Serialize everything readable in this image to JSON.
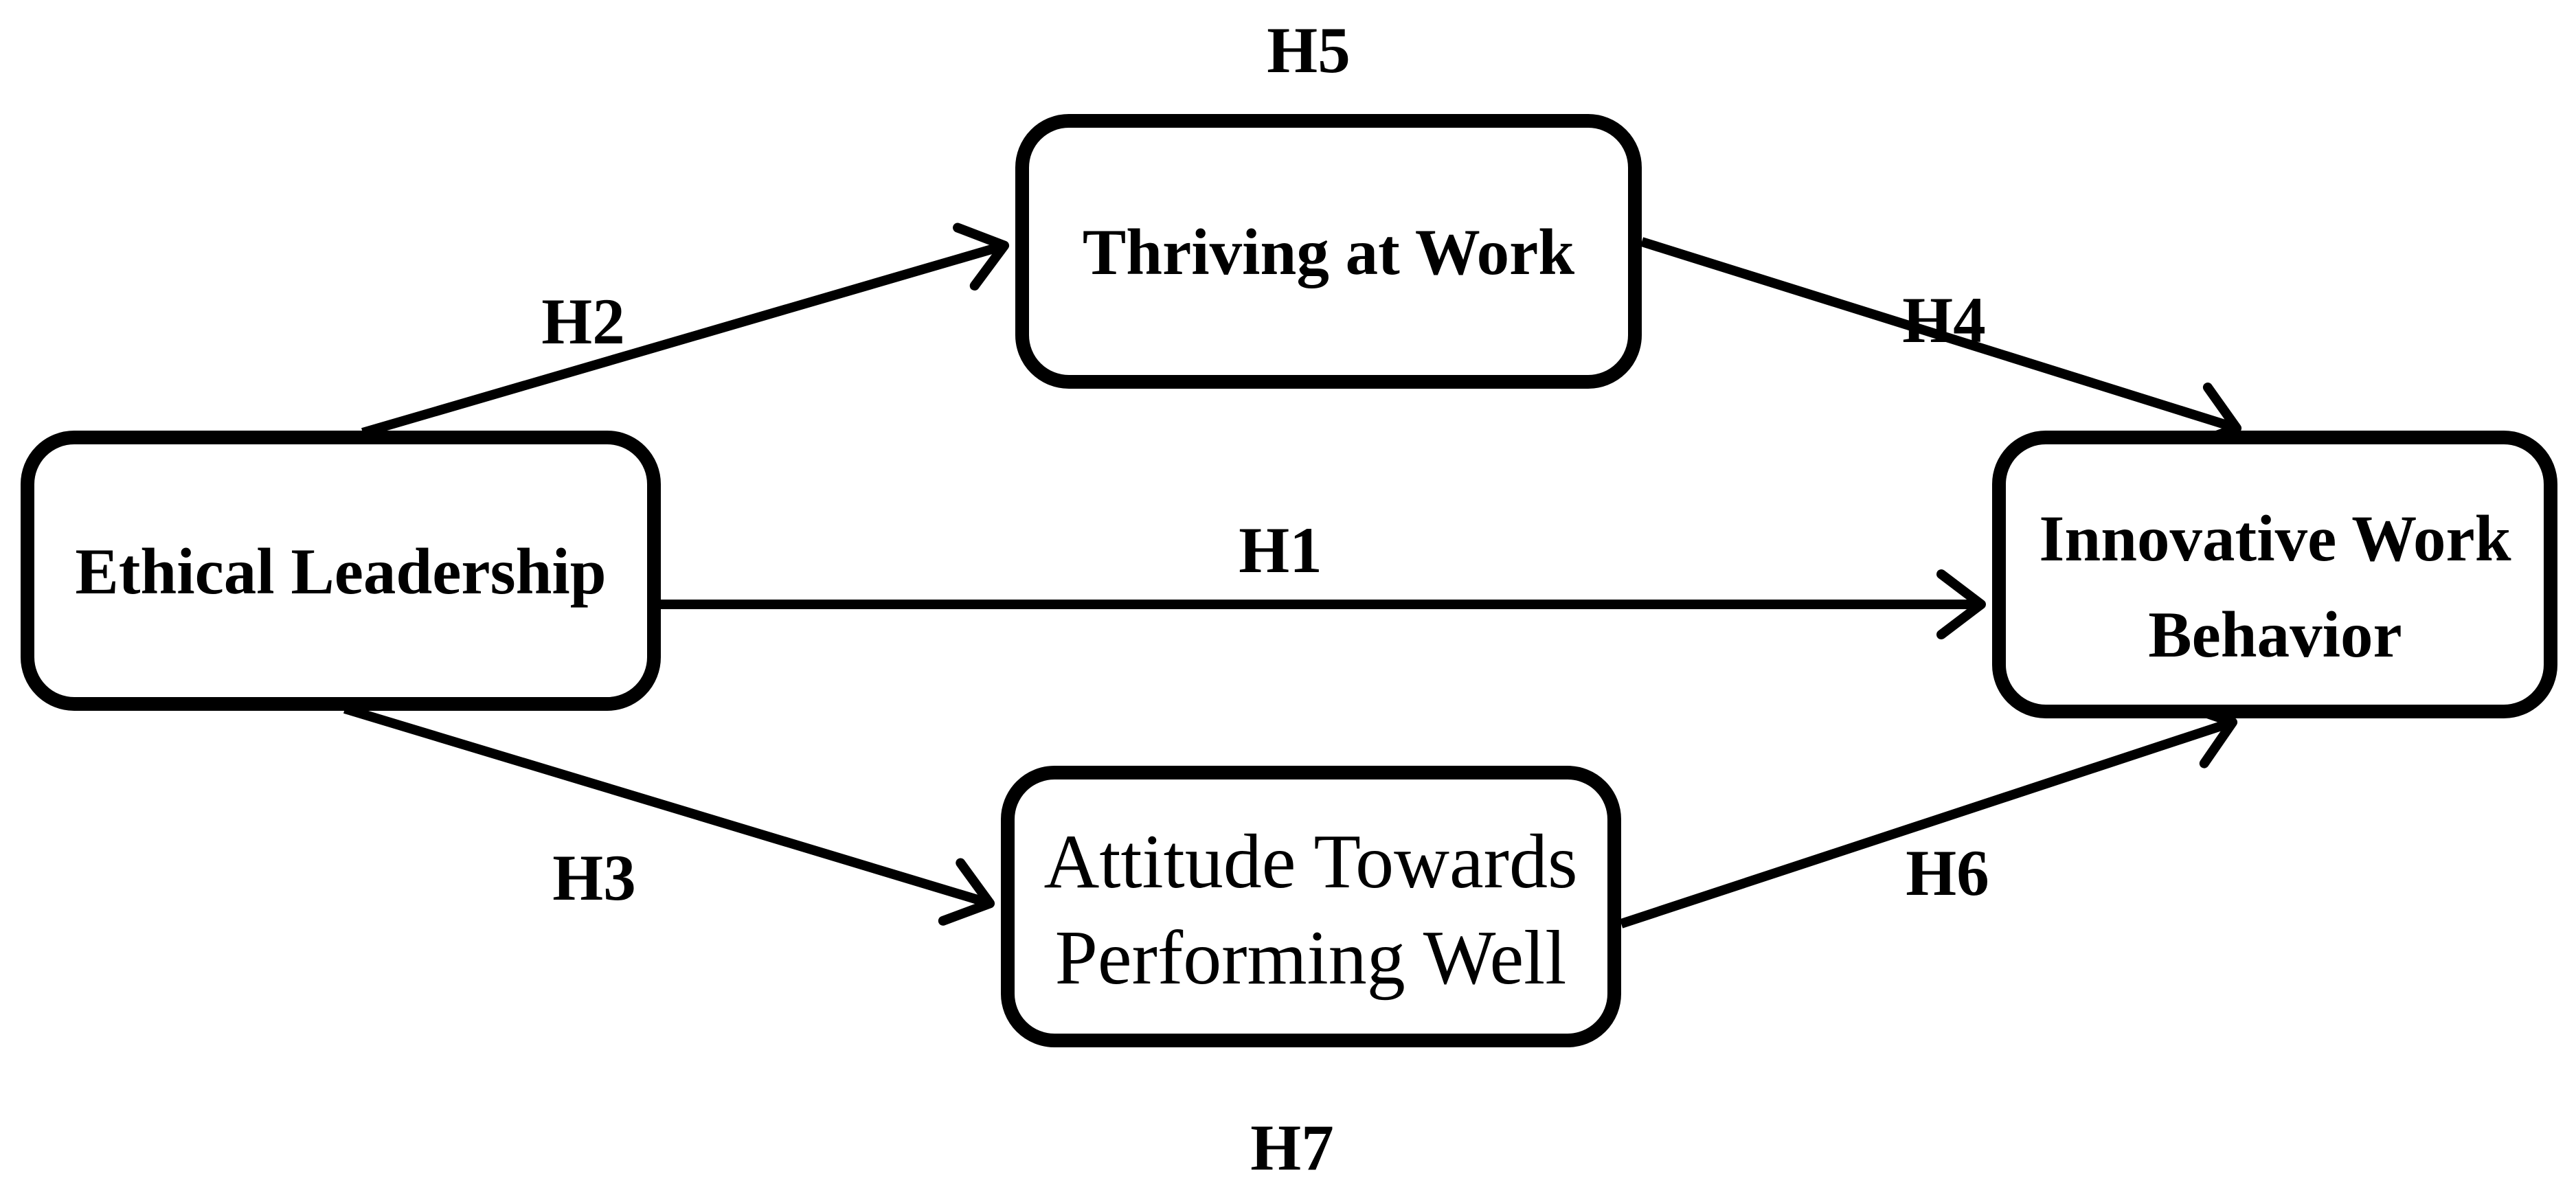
{
  "diagram": {
    "type": "hypothesis-path-model",
    "colors": {
      "background": "#ffffff",
      "stroke": "#000000",
      "text": "#000000"
    },
    "nodes": [
      {
        "id": "ethical-leadership",
        "lines": [
          "Ethical Leadership"
        ]
      },
      {
        "id": "thriving-at-work",
        "lines": [
          "Thriving at Work"
        ]
      },
      {
        "id": "attitude-towards-performing-well",
        "lines": [
          "Attitude Towards",
          "Performing Well"
        ]
      },
      {
        "id": "innovative-work-behavior",
        "lines": [
          "Innovative Work",
          "Behavior"
        ]
      }
    ],
    "edges": [
      {
        "id": "h1",
        "label": "H1",
        "from": "ethical-leadership",
        "to": "innovative-work-behavior"
      },
      {
        "id": "h2",
        "label": "H2",
        "from": "ethical-leadership",
        "to": "thriving-at-work"
      },
      {
        "id": "h3",
        "label": "H3",
        "from": "ethical-leadership",
        "to": "attitude-towards-performing-well"
      },
      {
        "id": "h4",
        "label": "H4",
        "from": "thriving-at-work",
        "to": "innovative-work-behavior"
      },
      {
        "id": "h6",
        "label": "H6",
        "from": "attitude-towards-performing-well",
        "to": "innovative-work-behavior"
      }
    ],
    "mediation_labels": {
      "h5": "H5",
      "h7": "H7"
    }
  }
}
